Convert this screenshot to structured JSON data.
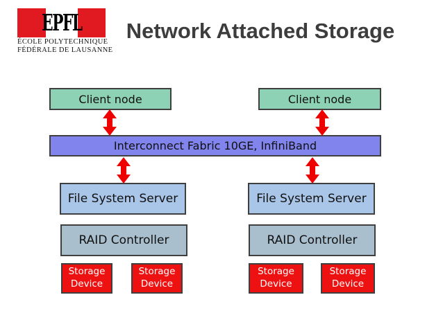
{
  "logo": {
    "acronym": "EPFL",
    "caption_line1": "ÉCOLE POLYTECHNIQUE",
    "caption_line2": "FÉDÉRALE DE LAUSANNE"
  },
  "title": "Network Attached Storage",
  "diagram": {
    "client_nodes": [
      {
        "label": "Client node"
      },
      {
        "label": "Client node"
      }
    ],
    "interconnect_label": "Interconnect Fabric 10GE, InfiniBand",
    "columns": [
      {
        "file_system_server": "File System Server",
        "raid_controller": "RAID Controller",
        "storage_devices": [
          {
            "line1": "Storage",
            "line2": "Device"
          },
          {
            "line1": "Storage",
            "line2": "Device"
          }
        ]
      },
      {
        "file_system_server": "File System Server",
        "raid_controller": "RAID Controller",
        "storage_devices": [
          {
            "line1": "Storage",
            "line2": "Device"
          },
          {
            "line1": "Storage",
            "line2": "Device"
          }
        ]
      }
    ]
  },
  "colors": {
    "client_node_fill": "#8ed2b5",
    "interconnect_fill": "#8084ec",
    "file_system_server_fill": "#a9c6e8",
    "raid_controller_fill": "#aabfce",
    "storage_device_fill": "#ee1111",
    "arrow_red": "#ee0000",
    "box_border": "#3f3f3f",
    "logo_red": "#e11a22",
    "title_color": "#3d3d3d"
  }
}
